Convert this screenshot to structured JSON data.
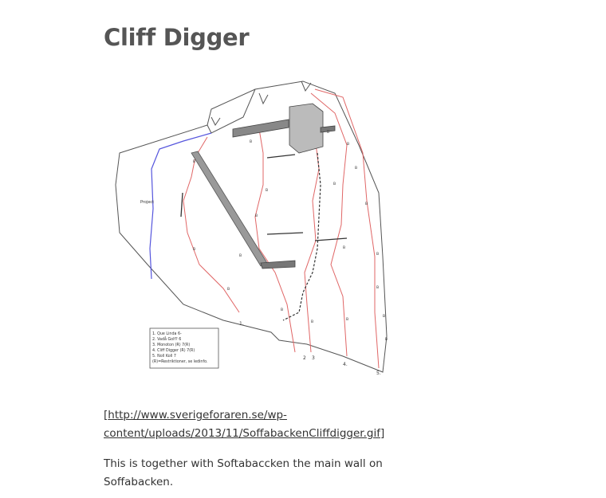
{
  "page": {
    "title": "Cliff Digger",
    "link_open": "[",
    "link_text": "http://www.sverigeforaren.se/wp-content/uploads/2013/11/SoffabackenCliffdigger.gif",
    "link_close": "]",
    "description": "This is together with Softabaccken the main wall on Soffabacken."
  },
  "topo": {
    "project_label": "Project",
    "bolt_marker": "B",
    "route_numbers": [
      "1.",
      "2",
      "3",
      "4.",
      "5."
    ],
    "legend": [
      "1. Que Linda      6-",
      "2. Vadå Golf?      6",
      "3. Monoton (R)    7(R)",
      "4. Cliff Digger (R)  7(R)",
      "5. Noll Koll        7",
      "(R)=Restriktioner, se ledinfo."
    ],
    "colors": {
      "outline": "#555555",
      "route": "#e06666",
      "project": "#5555dd",
      "ledge": "#888888"
    }
  }
}
